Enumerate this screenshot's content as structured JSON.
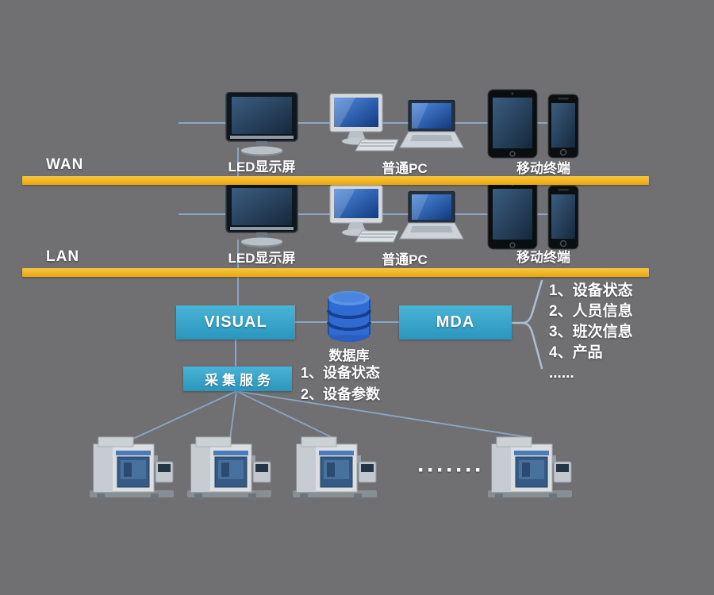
{
  "colors": {
    "background": "#707073",
    "bar_yellow": "#f0ae1c",
    "box_teal": "#37a3c8",
    "database_blue": "#2f6bd0",
    "connector_blue": "#8aa6c4",
    "text_white": "#ffffff"
  },
  "bars": {
    "wan_label": "WAN",
    "lan_label": "LAN"
  },
  "wan_row": {
    "led_label": "LED显示屏",
    "pc_label": "普通PC",
    "mobile_label": "移动终端"
  },
  "lan_row": {
    "led_label": "LED显示屏",
    "pc_label": "普通PC",
    "mobile_label": "移动终端"
  },
  "core": {
    "visual_label": "VISUAL",
    "mda_label": "MDA",
    "database_label": "数据库",
    "collect_label": "采集服务",
    "database_items": [
      "1、设备状态",
      "2、设备参数"
    ],
    "mda_items": [
      "1、设备状态",
      "2、人员信息",
      "3、班次信息",
      "4、产品",
      "......"
    ]
  },
  "bottom": {
    "ellipsis": "·······"
  }
}
